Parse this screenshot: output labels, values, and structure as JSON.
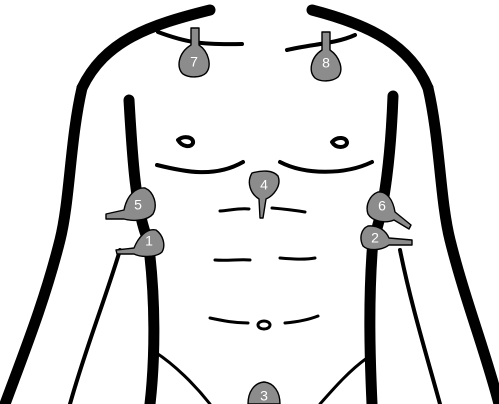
{
  "colors": {
    "outline": "#000000",
    "probe_fill": "#8c8c8c",
    "probe_dark": "#6e6e6e",
    "background": "#ffffff",
    "label_text": "#ffffff"
  },
  "probes": [
    {
      "id": "probe-1",
      "number": "1"
    },
    {
      "id": "probe-2",
      "number": "2"
    },
    {
      "id": "probe-3",
      "number": "3"
    },
    {
      "id": "probe-4",
      "number": "4"
    },
    {
      "id": "probe-5",
      "number": "5"
    },
    {
      "id": "probe-6",
      "number": "6"
    },
    {
      "id": "probe-7",
      "number": "7"
    },
    {
      "id": "probe-8",
      "number": "8"
    }
  ]
}
